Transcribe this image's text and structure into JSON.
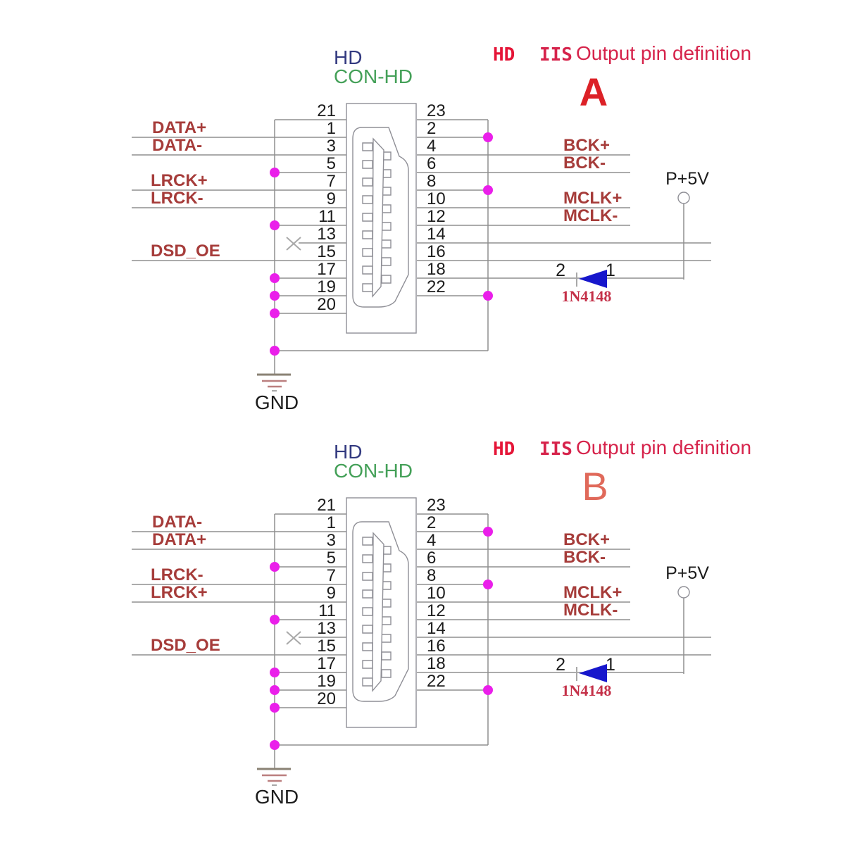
{
  "colors": {
    "wire_gray": "#8f8f8f",
    "junction_magenta": "#ea1fea",
    "net_label_red": "#a63c3a",
    "title_red": "#e51537",
    "title_crimson": "#d6234b",
    "refdes_navy": "#333a80",
    "part_green": "#44a058",
    "diode_blue": "#1717cc",
    "diode_part_crimson": "#c43048",
    "letter_a_red": "#dc2127",
    "letter_b_salmon": "#e0695a"
  },
  "diagrams": [
    {
      "name": "A",
      "letter_color": "#dc2127",
      "header": {
        "ref": "HD",
        "part": "CON-HD",
        "title_hd": "HD",
        "title_iis": "IIS",
        "title_text": "Output pin definition"
      },
      "left_pin_numbers": [
        "21",
        "1",
        "3",
        "5",
        "7",
        "9",
        "11",
        "13",
        "15",
        "17",
        "19",
        "20"
      ],
      "right_pin_numbers": [
        "23",
        "2",
        "4",
        "6",
        "8",
        "10",
        "12",
        "14",
        "16",
        "18",
        "22"
      ],
      "left_labels": [
        "DATA+",
        "DATA-",
        "LRCK+",
        "LRCK-",
        "DSD_OE"
      ],
      "right_labels": [
        "BCK+",
        "BCK-",
        "MCLK+",
        "MCLK-"
      ],
      "power_label": "P+5V",
      "diode": {
        "left_pin": "2",
        "right_pin": "1",
        "part": "1N4148"
      },
      "ground_label": "GND"
    },
    {
      "name": "B",
      "letter_color": "#e0695a",
      "header": {
        "ref": "HD",
        "part": "CON-HD",
        "title_hd": "HD",
        "title_iis": "IIS",
        "title_text": "Output pin definition"
      },
      "left_pin_numbers": [
        "21",
        "1",
        "3",
        "5",
        "7",
        "9",
        "11",
        "13",
        "15",
        "17",
        "19",
        "20"
      ],
      "right_pin_numbers": [
        "23",
        "2",
        "4",
        "6",
        "8",
        "10",
        "12",
        "14",
        "16",
        "18",
        "22"
      ],
      "left_labels": [
        "DATA-",
        "DATA+",
        "LRCK-",
        "LRCK+",
        "DSD_OE"
      ],
      "right_labels": [
        "BCK+",
        "BCK-",
        "MCLK+",
        "MCLK-"
      ],
      "power_label": "P+5V",
      "diode": {
        "left_pin": "2",
        "right_pin": "1",
        "part": "1N4148"
      },
      "ground_label": "GND"
    }
  ]
}
